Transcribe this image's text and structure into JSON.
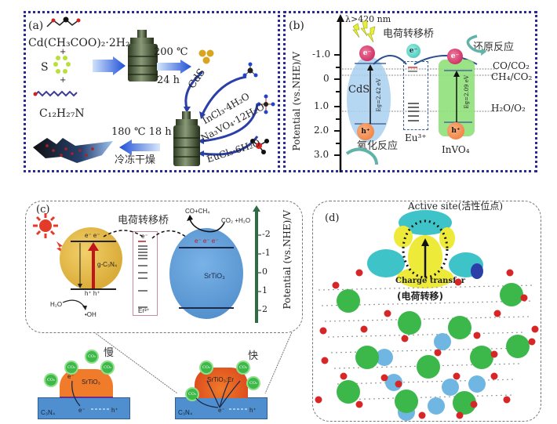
{
  "figure": {
    "panel_a": {
      "label": "(a)",
      "reagent_1": "Cd(CH₃COO)₂·2H₂O",
      "plus_1": "+",
      "reagent_2": "S",
      "plus_2": "+",
      "reagent_3": "C₁₂H₂₇N",
      "step1_temp": "200 ℃",
      "step1_time": "24 h",
      "intermediate": "CdS",
      "precursor_1": "InCl₃·4H₂O",
      "precursor_2": "Na₃VO₄·12H₂O",
      "precursor_3": "EuCl₃·6H₂O",
      "step2_condition": "180 ℃ 18 h",
      "step3_condition": "冷冻干燥"
    },
    "panel_b": {
      "label": "(b)",
      "light": "λ>420 nm",
      "bridge_label": "电荷转移桥",
      "reduction_label": "还原反应",
      "oxidation_label": "氧化反应",
      "y_axis_label": "Potential (vs.NHE)/V",
      "y_ticks": [
        "-1.0",
        "0",
        "1.0",
        "2.0",
        "3.0"
      ],
      "semiconductor_1": "CdS",
      "semiconductor_1_gap": "Eg=2.42 eV",
      "dopant": "Eu³⁺",
      "semiconductor_2": "InVO₄",
      "semiconductor_2_gap": "Eg=2.09 eV",
      "electron": "e⁻",
      "hole": "h⁺",
      "redox_1": "CO/CO₂",
      "redox_2": "CH₄/CO₂",
      "redox_3": "H₂O/O₂"
    },
    "panel_c": {
      "label": "(c)",
      "bridge_label": "电荷转移桥",
      "semiconductor_1": "g-C₃N₄",
      "semiconductor_2": "SrTiO₃",
      "dopant": "Er³⁺",
      "electrons_1": "e⁻ e⁻",
      "holes_1": "h⁺ h⁺",
      "electrons_2": "e⁻ e⁻ e⁻",
      "bridge_electron": "e⁻",
      "water": "H₂O",
      "hydroxyl": "•OH",
      "products": "CO+CH₄",
      "reactants": "CO₂ +H₂O",
      "y_axis_label": "Potential (vs.NHE)/V",
      "y_ticks": [
        "-2",
        "-1",
        "0",
        "1",
        "2"
      ],
      "slow_label": "慢",
      "fast_label": "快",
      "substrate": "C₃N₄",
      "cluster_undoped": "SrTiO₃",
      "cluster_doped": "SrTiO₃:Er",
      "co2_bubble": "CO₂",
      "hole_small": "h⁺",
      "electron_small": "e⁻"
    },
    "panel_d": {
      "label": "(d)",
      "active_site": "Active site(活性位点)",
      "charge_transfer_en": "Charge transfer",
      "charge_transfer_cn": "(电荷转移)"
    },
    "colors": {
      "dotted_border": "#2a2a9a",
      "electron_pink": "#d9336b",
      "hole_orange": "#f08a4b",
      "cds_blue": "#a9d0f0",
      "invo4_green": "#8fe07a",
      "gc3n4_gold": "#e0b23a",
      "srtio3_blue": "#5b9bd5",
      "cluster_orange": "#f07b2a",
      "atom_green": "#3cb84a",
      "atom_red": "#d62728",
      "atom_lightblue": "#6fb6e3",
      "isosurface_cyan": "#3ec3c9",
      "isosurface_yellow": "#eeea3a"
    }
  }
}
